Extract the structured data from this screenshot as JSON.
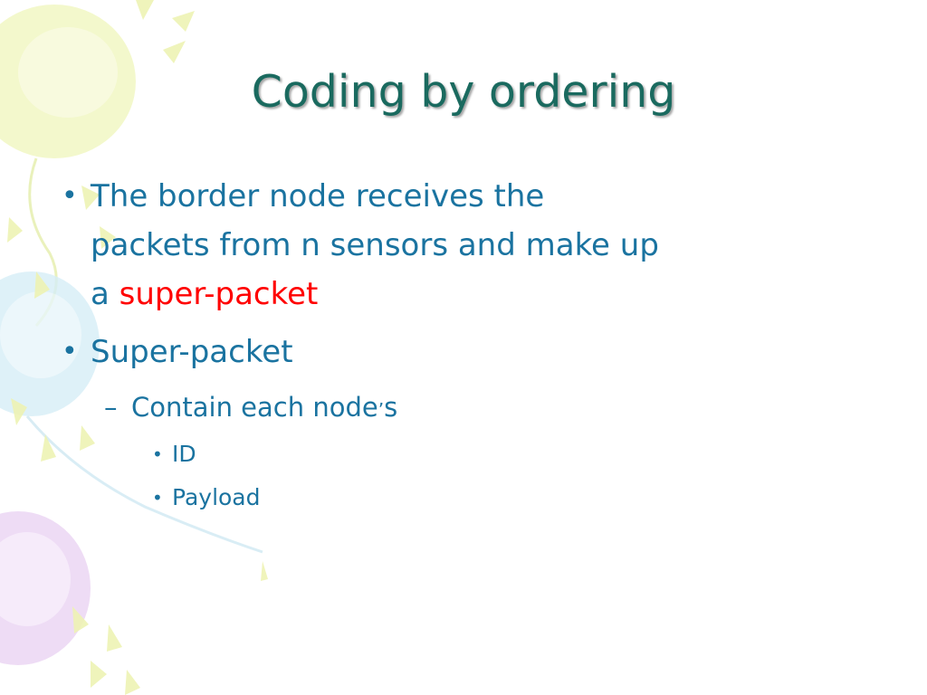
{
  "slide": {
    "title": "Coding by ordering",
    "bullets": {
      "b1": {
        "marker": "•",
        "line1": "The border node receives the",
        "line2": "packets from n sensors and make up",
        "line3_prefix": "a ",
        "line3_emphasis": "super-packet"
      },
      "b2": {
        "marker": "•",
        "text": "Super-packet"
      },
      "b2_sub": {
        "marker": "–",
        "text": "Contain each node",
        "apostrophe": "’",
        "suffix": "s"
      },
      "b2_sub_items": [
        {
          "marker": "•",
          "text": "ID"
        },
        {
          "marker": "•",
          "text": "Payload"
        }
      ]
    }
  },
  "colors": {
    "title": "#1a6a5f",
    "body": "#1a73a0",
    "emphasis": "#ff0000"
  }
}
